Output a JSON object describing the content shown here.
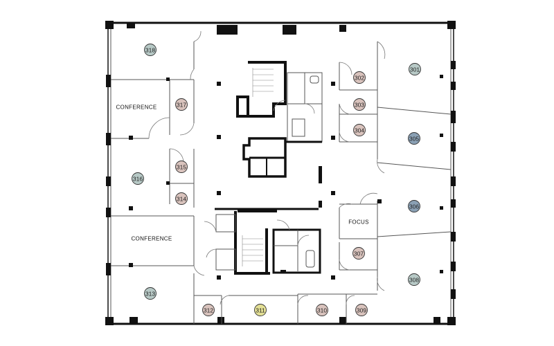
{
  "plan": {
    "rooms": [
      {
        "id": "r318",
        "number": "318",
        "color": "#b7c9c6"
      },
      {
        "id": "r317",
        "number": "317",
        "color": "#d9c3bd"
      },
      {
        "id": "r316",
        "number": "316",
        "color": "#b7c9c6"
      },
      {
        "id": "r315",
        "number": "315",
        "color": "#d9c3bd"
      },
      {
        "id": "r314",
        "number": "314",
        "color": "#d9c3bd"
      },
      {
        "id": "r313",
        "number": "313",
        "color": "#b7c9c6"
      },
      {
        "id": "r312",
        "number": "312",
        "color": "#d9c3bd"
      },
      {
        "id": "r311",
        "number": "311",
        "color": "#e3df95"
      },
      {
        "id": "r310",
        "number": "310",
        "color": "#d9c3bd"
      },
      {
        "id": "r309",
        "number": "309",
        "color": "#d9c3bd"
      },
      {
        "id": "r308",
        "number": "308",
        "color": "#b7c9c6"
      },
      {
        "id": "r307",
        "number": "307",
        "color": "#d9c3bd"
      },
      {
        "id": "r306",
        "number": "306",
        "color": "#8aa0b4"
      },
      {
        "id": "r305",
        "number": "305",
        "color": "#8aa0b4"
      },
      {
        "id": "r304",
        "number": "304",
        "color": "#d9c3bd"
      },
      {
        "id": "r303",
        "number": "303",
        "color": "#d9c3bd"
      },
      {
        "id": "r302",
        "number": "302",
        "color": "#d9c3bd"
      },
      {
        "id": "r301",
        "number": "301",
        "color": "#b7c9c6"
      }
    ],
    "labels": {
      "conference_upper": "CONFERENCE",
      "conference_lower": "CONFERENCE",
      "focus": "FOCUS"
    }
  }
}
